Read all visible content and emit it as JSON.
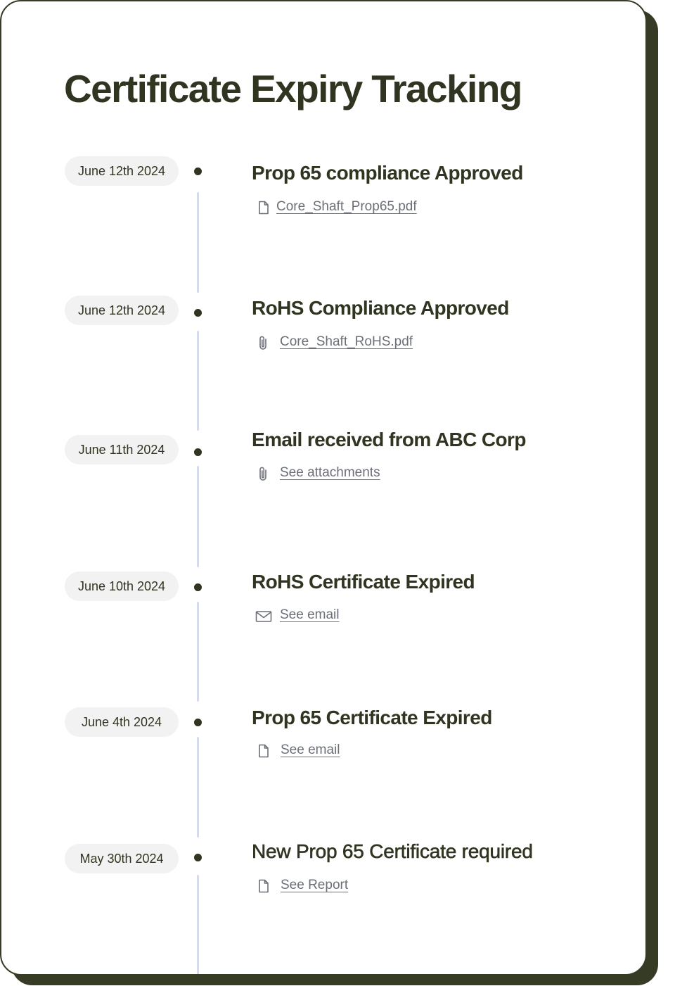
{
  "page": {
    "title": "Certificate Expiry Tracking"
  },
  "colors": {
    "text": "#2f3521",
    "card_border": "#363b26",
    "pill_bg": "#f2f2f2",
    "rail": "#d4dcec",
    "link": "#6b6f78"
  },
  "timeline": [
    {
      "date": "June 12th 2024",
      "title": "Prop 65 compliance Approved",
      "link": {
        "icon": "file-icon",
        "label": "Core_Shaft_Prop65.pdf"
      }
    },
    {
      "date": "June 12th 2024",
      "title": "RoHS Compliance Approved",
      "link": {
        "icon": "paperclip-icon",
        "label": "Core_Shaft_RoHS.pdf"
      }
    },
    {
      "date": "June 11th 2024",
      "title": "Email received from ABC Corp",
      "link": {
        "icon": "paperclip-icon",
        "label": "See attachments"
      }
    },
    {
      "date": "June 10th 2024",
      "title": "RoHS Certificate Expired",
      "link": {
        "icon": "envelope-icon",
        "label": "See email"
      }
    },
    {
      "date": "June 4th 2024",
      "title": "Prop 65 Certificate Expired",
      "link": {
        "icon": "file-icon",
        "label": "See email"
      }
    },
    {
      "date": "May 30th 2024",
      "title": "New Prop 65 Certificate required",
      "link": {
        "icon": "file-icon",
        "label": "See Report"
      }
    }
  ]
}
